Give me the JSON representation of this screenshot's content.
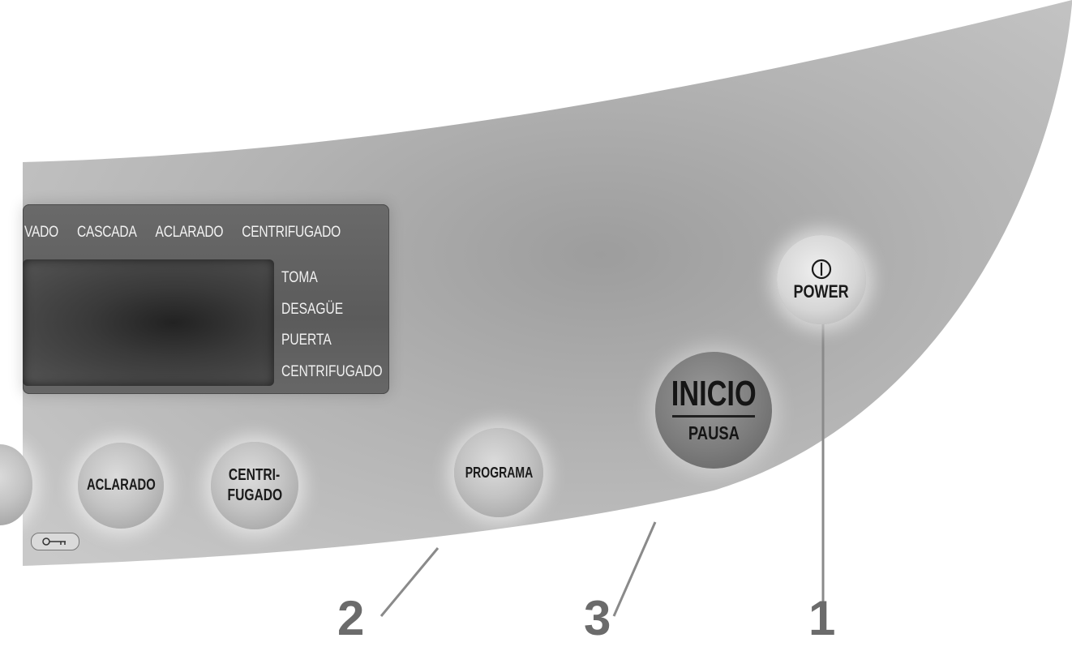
{
  "display": {
    "modes": [
      "VADO",
      "CASCADA",
      "ACLARADO",
      "CENTRIFUGADO"
    ],
    "status": [
      "TOMA",
      "DESAGÜE",
      "PUERTA",
      "CENTRIFUGADO"
    ]
  },
  "buttons": {
    "aclarado": "ACLARADO",
    "centrifugado_line1": "CENTRI-",
    "centrifugado_line2": "FUGADO",
    "programa": "PROGRAMA",
    "inicio": "INICIO",
    "pausa": "PAUSA",
    "power": "POWER"
  },
  "callouts": [
    "2",
    "3",
    "1"
  ],
  "icons": [
    "power-icon",
    "key-lock-icon"
  ],
  "colors": {
    "panel": "#b9b9b9",
    "display": "#5f5f5f",
    "callout": "#6b6b6b"
  }
}
